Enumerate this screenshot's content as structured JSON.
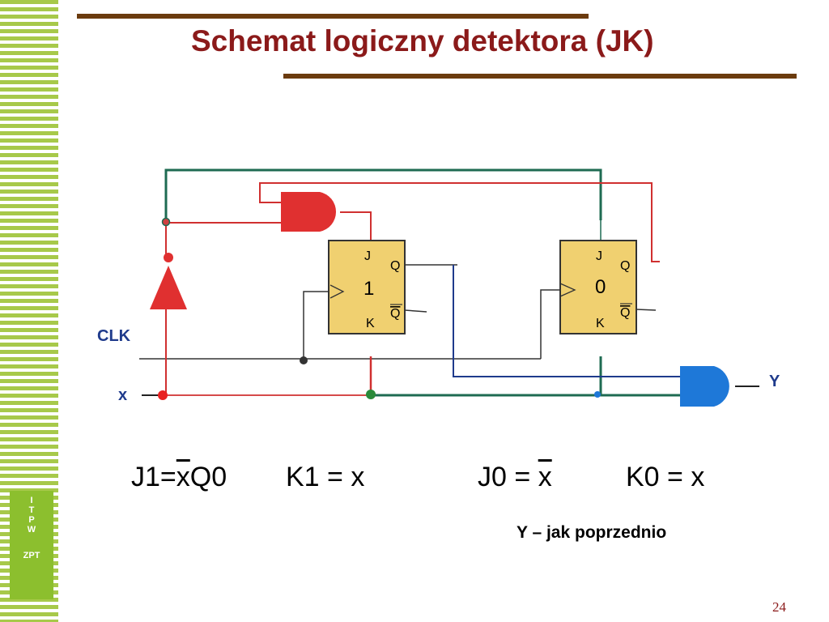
{
  "slide": {
    "title": "Schemat logiczny detektora (JK)",
    "page_number": "24",
    "note": "Y – jak poprzednio"
  },
  "badge": {
    "letters": [
      "I",
      "T",
      "P",
      "W"
    ],
    "bottom": "ZPT"
  },
  "diagram": {
    "labels": {
      "clk": "CLK",
      "x": "x",
      "y": "Y"
    },
    "flipflop1": {
      "j": "J",
      "k": "K",
      "q": "Q",
      "qbar": "Q",
      "state": "1"
    },
    "flipflop0": {
      "j": "J",
      "k": "K",
      "q": "Q",
      "qbar": "Q",
      "state": "0"
    }
  },
  "equations": {
    "j1": {
      "lhs": "J1",
      "eq": "=",
      "bar": "x",
      "rest": "Q0"
    },
    "k1": {
      "lhs": "K1",
      "eq": "=",
      "rhs": "x"
    },
    "j0": {
      "lhs": "J0",
      "eq": "=",
      "bar": "x"
    },
    "k0": {
      "lhs": "K0",
      "eq": "=",
      "rhs": "x"
    }
  },
  "colors": {
    "title": "#8b1a1a",
    "bar": "#6b3b0e",
    "stripe": "#a7c94a",
    "wire_red": "#d03030",
    "wire_green": "#1e6b52",
    "wire_blue": "#1f3b8c",
    "ff_fill": "#f0d070",
    "gate_red": "#e03030",
    "gate_blue": "#1e78d8"
  }
}
